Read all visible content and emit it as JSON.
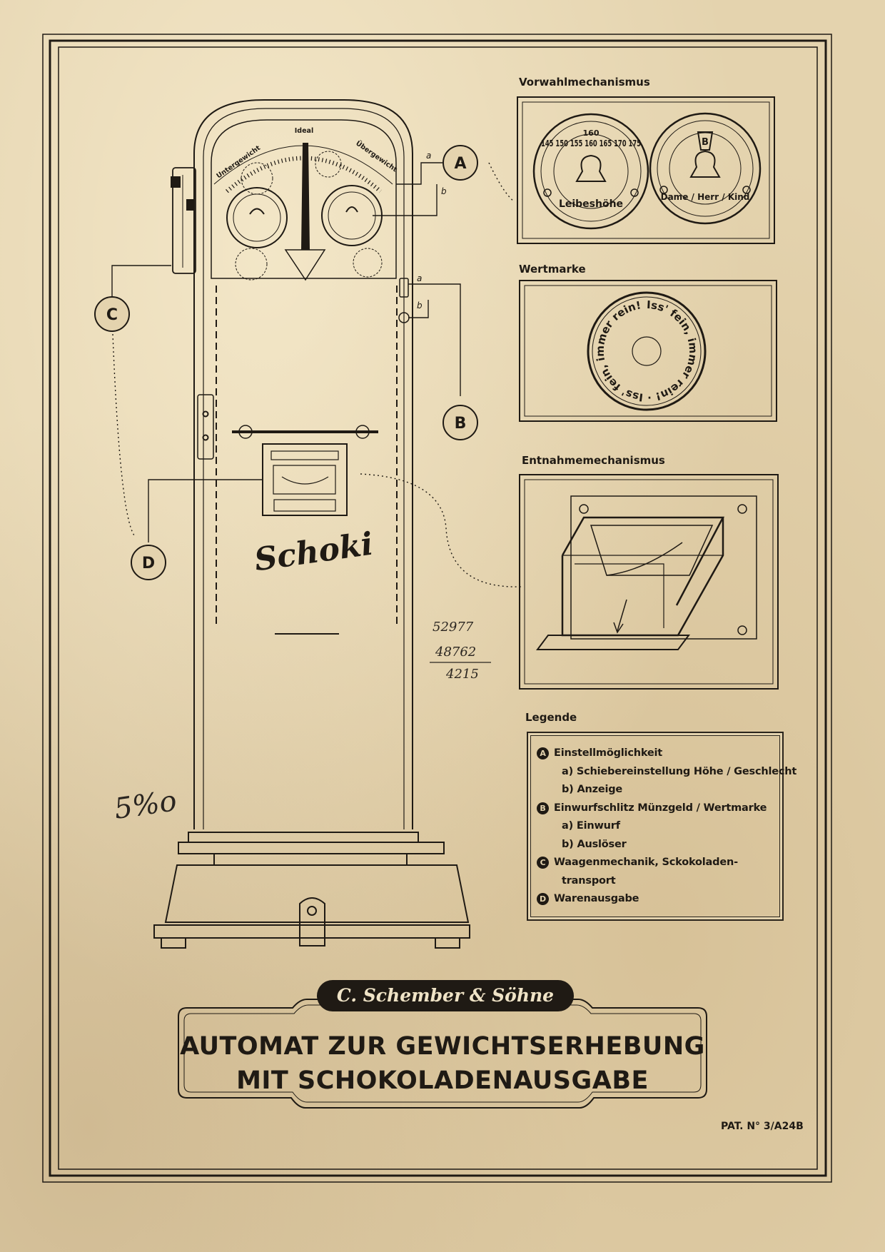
{
  "panels": {
    "preset": "Vorwahlmechanismus",
    "token": "Wertmarke",
    "dispense": "Entnahmemechanismus",
    "legend": "Legende"
  },
  "dial": {
    "left_label": "Untergewicht",
    "center_label": "Ideal",
    "right_label": "Übergewicht"
  },
  "preset_dials": {
    "height_scale": "145 150 155 160 165 170 175",
    "height_marker": "160",
    "height_label": "Leibeshöhe",
    "gender_marker": "B",
    "gender_label": "Dame / Herr / Kind"
  },
  "token_text": "Iss' fein, immer rein! · Iss' fein, immer rein! ·",
  "markers": {
    "a": "A",
    "b": "B",
    "c": "C",
    "d": "D",
    "sub_a": "a",
    "sub_b": "b"
  },
  "machine_label": "Schoki",
  "handwritten": {
    "line1": "52977",
    "line2": "48762",
    "line3": "4215",
    "percent": "5%o"
  },
  "legend": {
    "items": [
      {
        "marker": "A",
        "title": "Einstellmöglichkeit",
        "subs": [
          "a) Schiebereinstellung Höhe / Geschlecht",
          "b) Anzeige"
        ]
      },
      {
        "marker": "B",
        "title": "Einwurfschlitz Münzgeld / Wertmarke",
        "subs": [
          "a) Einwurf",
          "b) Auslöser"
        ]
      },
      {
        "marker": "C",
        "title": "Waagenmechanik, Sckokoladen-",
        "subs": [
          "transport"
        ]
      },
      {
        "marker": "D",
        "title": "Warenausgabe",
        "subs": []
      }
    ]
  },
  "brand": "C. Schember & Söhne",
  "title_line1": "AUTOMAT ZUR GEWICHTSERHEBUNG",
  "title_line2": "MIT SCHOKOLADENAUSGABE",
  "patent": "PAT. N° 3/A24B"
}
